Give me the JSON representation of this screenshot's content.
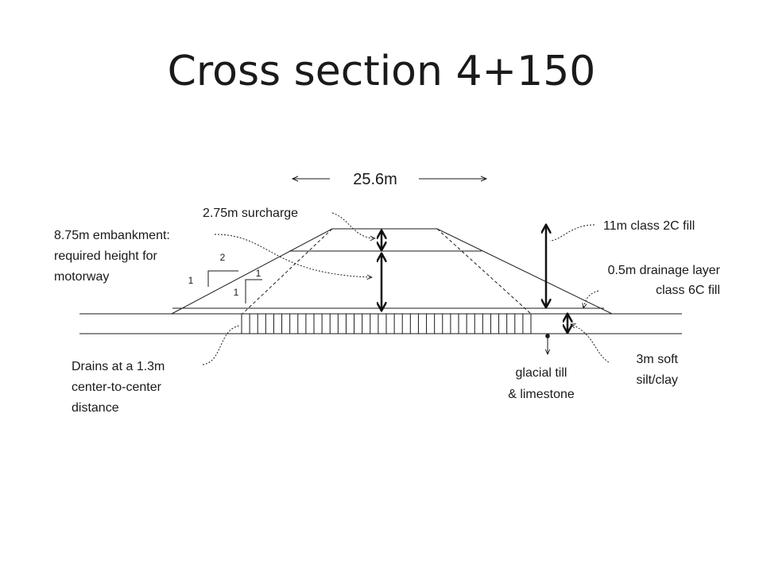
{
  "title": "Cross section 4+150",
  "labels": {
    "width": "25.6m",
    "surcharge": "2.75m surcharge",
    "embankment_1": "8.75m embankment:",
    "embankment_2": "required height for",
    "embankment_3": "motorway",
    "fill": "11m class 2C fill",
    "drainage_1": "0.5m drainage layer",
    "drainage_2": "class 6C fill",
    "soft_1": "3m soft",
    "soft_2": "silt/clay",
    "till_1": "glacial till",
    "till_2": "& limestone",
    "drains_1": "Drains at a 1.3m",
    "drains_2": "center-to-center",
    "drains_3": "distance",
    "slope_outer_run": "2",
    "slope_outer_rise": "1",
    "slope_inner_run": "1",
    "slope_inner_rise": "1"
  }
}
